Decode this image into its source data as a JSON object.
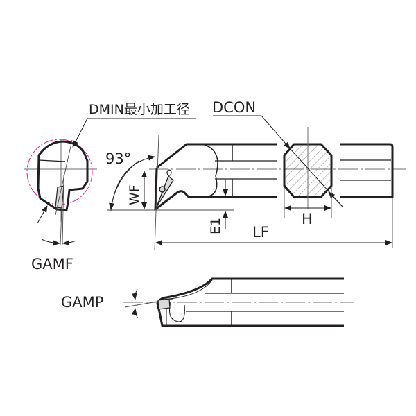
{
  "drawing": {
    "subject": "Boring bar (internal turning tool holder) technical drawing",
    "colors": {
      "outline": "#231f20",
      "thin_line": "#4a4a4a",
      "center_line": "#6d6e71",
      "insert_fill": "#d9d9d9",
      "min_bore_circle": "#e0218a",
      "background": "#ffffff"
    },
    "labels": {
      "dmin": "DMIN最小加工径",
      "dcon": "DCON",
      "angle": "93°",
      "wf": "WF",
      "e1": "E1",
      "lf": "LF",
      "h": "H",
      "gamf": "GAMF",
      "gamp": "GAMP"
    },
    "views": [
      {
        "name": "front-view",
        "description": "End view of tool head with minimum bore diameter circle"
      },
      {
        "name": "top-view",
        "description": "Plan view of boring bar with insert and dimensions"
      },
      {
        "name": "section-view",
        "description": "Shank cross-section with hatching"
      },
      {
        "name": "side-view",
        "description": "Side elevation showing rake angle GAMP"
      }
    ]
  }
}
